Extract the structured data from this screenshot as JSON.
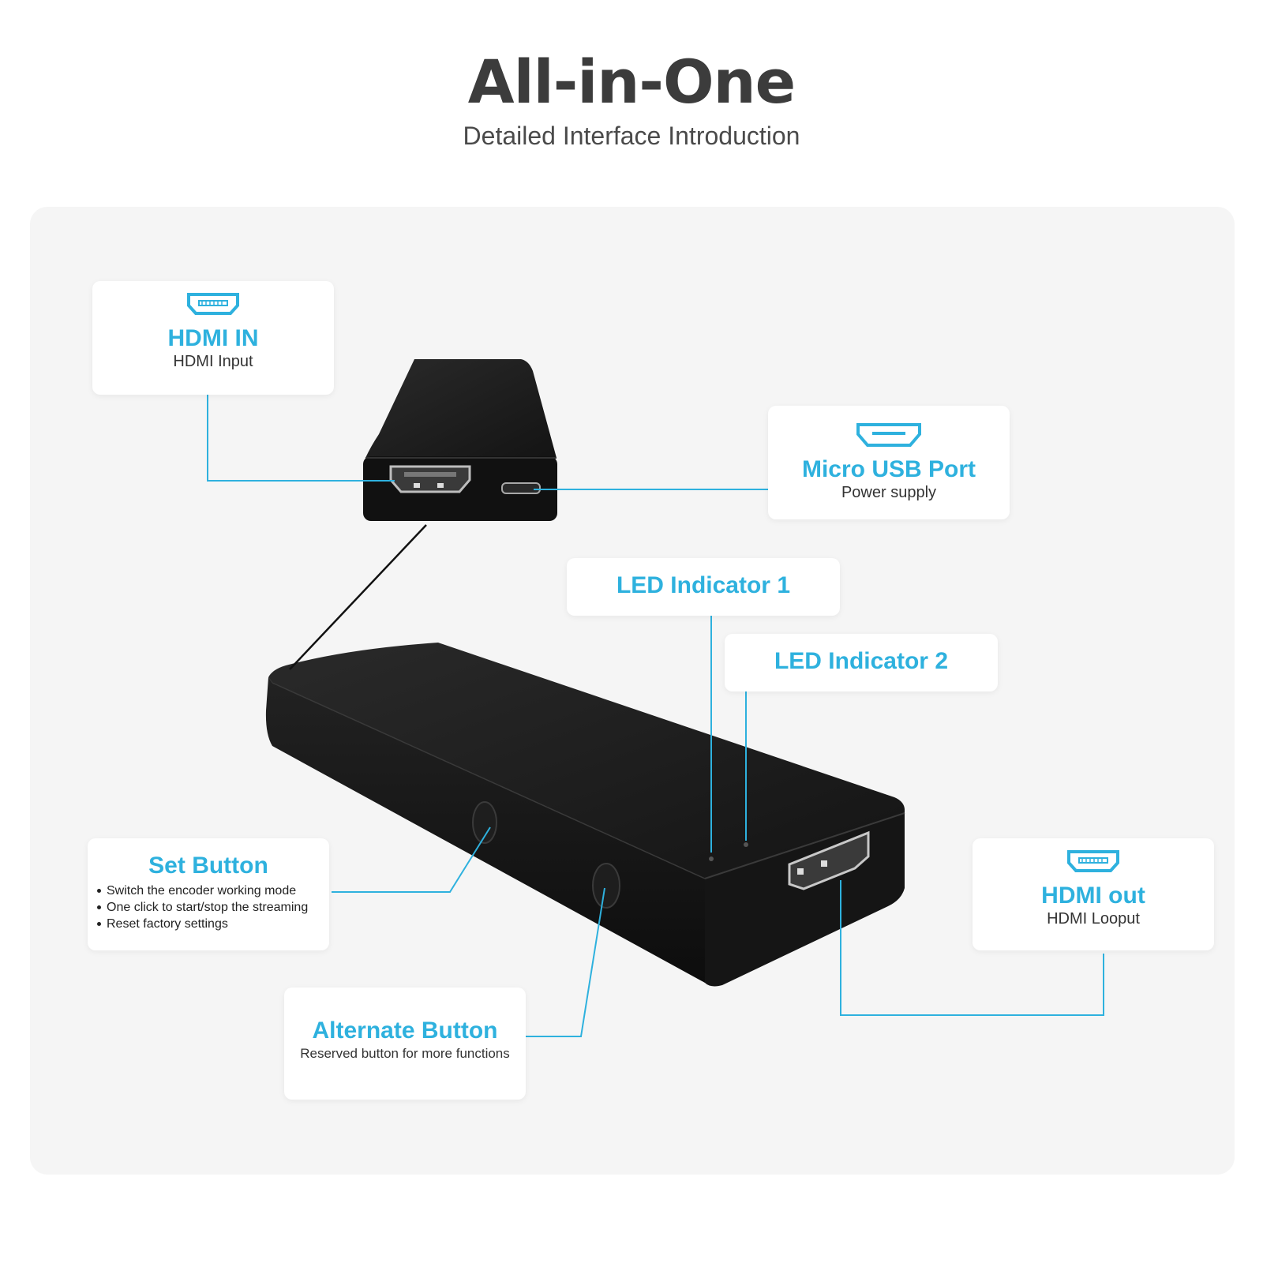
{
  "header": {
    "title": "All-in-One",
    "subtitle": "Detailed Interface Introduction"
  },
  "colors": {
    "accent": "#2eb1de",
    "title_text": "#3c3c3c",
    "panel_background": "#f5f5f5",
    "device_body": "#1b1b1b"
  },
  "callouts": {
    "hdmi_in": {
      "icon": "hdmi-port-icon",
      "title": "HDMI IN",
      "subtitle": "HDMI Input"
    },
    "micro_usb": {
      "icon": "micro-usb-port-icon",
      "title": "Micro USB Port",
      "subtitle": "Power supply"
    },
    "led1": {
      "title": "LED Indicator 1"
    },
    "led2": {
      "title": "LED Indicator 2"
    },
    "set_button": {
      "title": "Set Button",
      "bullets": [
        "Switch the encoder working mode",
        "One click to start/stop the streaming",
        "Reset factory settings"
      ]
    },
    "alternate_button": {
      "title": "Alternate Button",
      "subtitle": "Reserved button for more functions"
    },
    "hdmi_out": {
      "icon": "hdmi-port-icon",
      "title": "HDMI out",
      "subtitle": "HDMI Looput"
    }
  }
}
